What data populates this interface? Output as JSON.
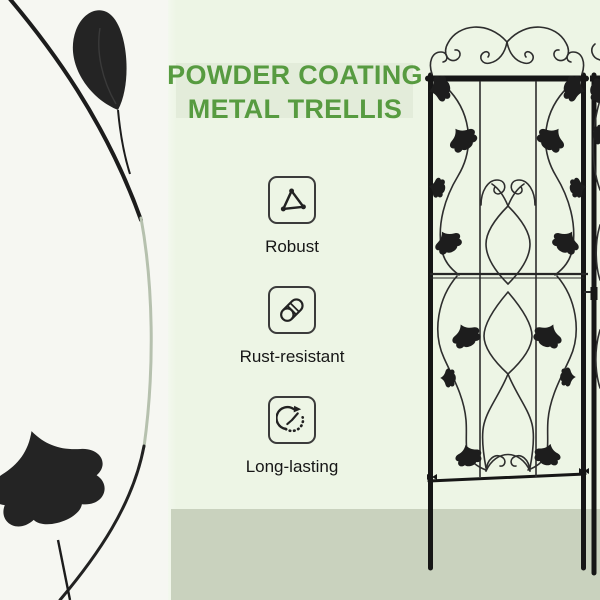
{
  "title": {
    "line1": "POWDER COATING",
    "line2": "METAL TRELLIS"
  },
  "features": [
    {
      "icon": "triangle-stability-icon",
      "label": "Robust"
    },
    {
      "icon": "metal-rod-icon",
      "label": "Rust-resistant"
    },
    {
      "icon": "clock-icon",
      "label": "Long-lasting"
    }
  ],
  "illustrations": {
    "left_decoration": "black vine with leaves",
    "product": "decorative metal trellis with ivy leaves",
    "product_secondary": "second trellis panel (partial, right edge)"
  },
  "colors": {
    "accent_green": "#579b40",
    "panel_mint": "#edf5e5",
    "title_highlight": "#e3ecda",
    "ground_sage": "#c9d2be",
    "left_panel": "#f6f7f2",
    "metal_black": "#171717"
  }
}
